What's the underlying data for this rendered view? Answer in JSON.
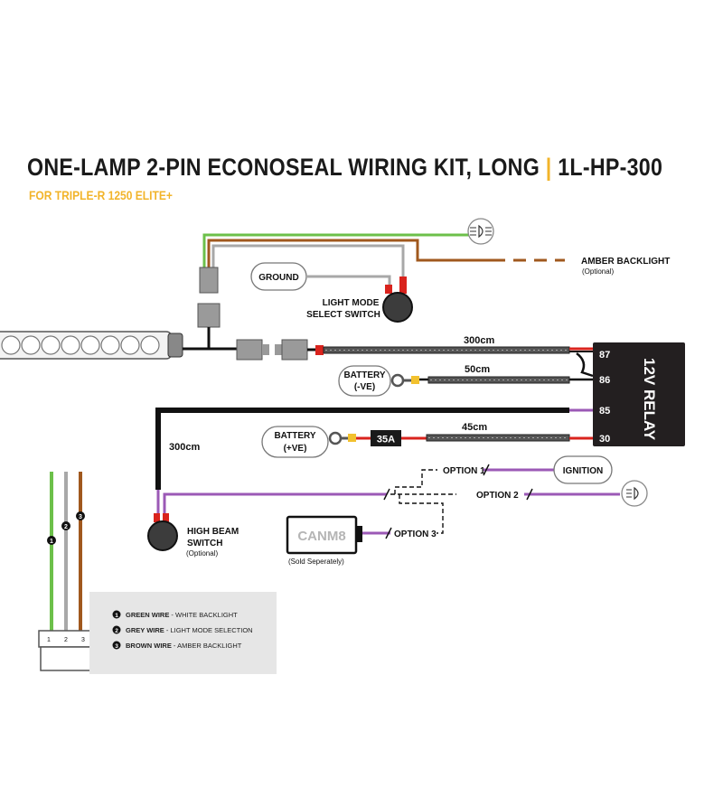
{
  "title": {
    "main": "ONE-LAMP 2-PIN ECONOSEAL WIRING KIT, LONG",
    "separator": "|",
    "part": "1L-HP-300",
    "subtitle": "FOR TRIPLE-R 1250 ELITE+"
  },
  "labels": {
    "ground": "GROUND",
    "light_mode_1": "LIGHT MODE",
    "light_mode_2": "SELECT SWITCH",
    "amber_backlight": "AMBER BACKLIGHT",
    "optional": "(Optional)",
    "cable_300_top": "300cm",
    "cable_50": "50cm",
    "cable_45": "45cm",
    "cable_300_left": "300cm",
    "battery_neg_1": "BATTERY",
    "battery_neg_2": "(-VE)",
    "battery_pos_1": "BATTERY",
    "battery_pos_2": "(+VE)",
    "fuse": "35A",
    "relay": "12V RELAY",
    "pin_87": "87",
    "pin_86": "86",
    "pin_85": "85",
    "pin_30": "30",
    "option_1": "OPTION 1",
    "option_2": "OPTION 2",
    "option_3": "OPTION 3",
    "ignition": "IGNITION",
    "high_beam_1": "HIGH BEAM",
    "high_beam_2": "SWITCH",
    "high_beam_opt": "(Optional)",
    "canm8": "CANM8",
    "sold_separately": "(Sold Seperately)"
  },
  "legend": {
    "items": [
      {
        "num": "1",
        "bold": "GREEN WIRE",
        "rest": " - WHITE BACKLIGHT"
      },
      {
        "num": "2",
        "bold": "GREY WIRE",
        "rest": " - LIGHT MODE SELECTION"
      },
      {
        "num": "3",
        "bold": "BROWN WIRE",
        "rest": " - AMBER BACKLIGHT"
      }
    ],
    "pins": [
      "1",
      "2",
      "3"
    ]
  },
  "colors": {
    "accent": "#f2b42a",
    "green_wire": "#6cc04a",
    "grey_wire": "#a8a8a8",
    "brown_wire": "#a0581e",
    "purple_wire": "#9b59b6",
    "red_wire": "#d9231d",
    "relay_body": "#231f20",
    "legend_bg": "#e6e6e6"
  }
}
